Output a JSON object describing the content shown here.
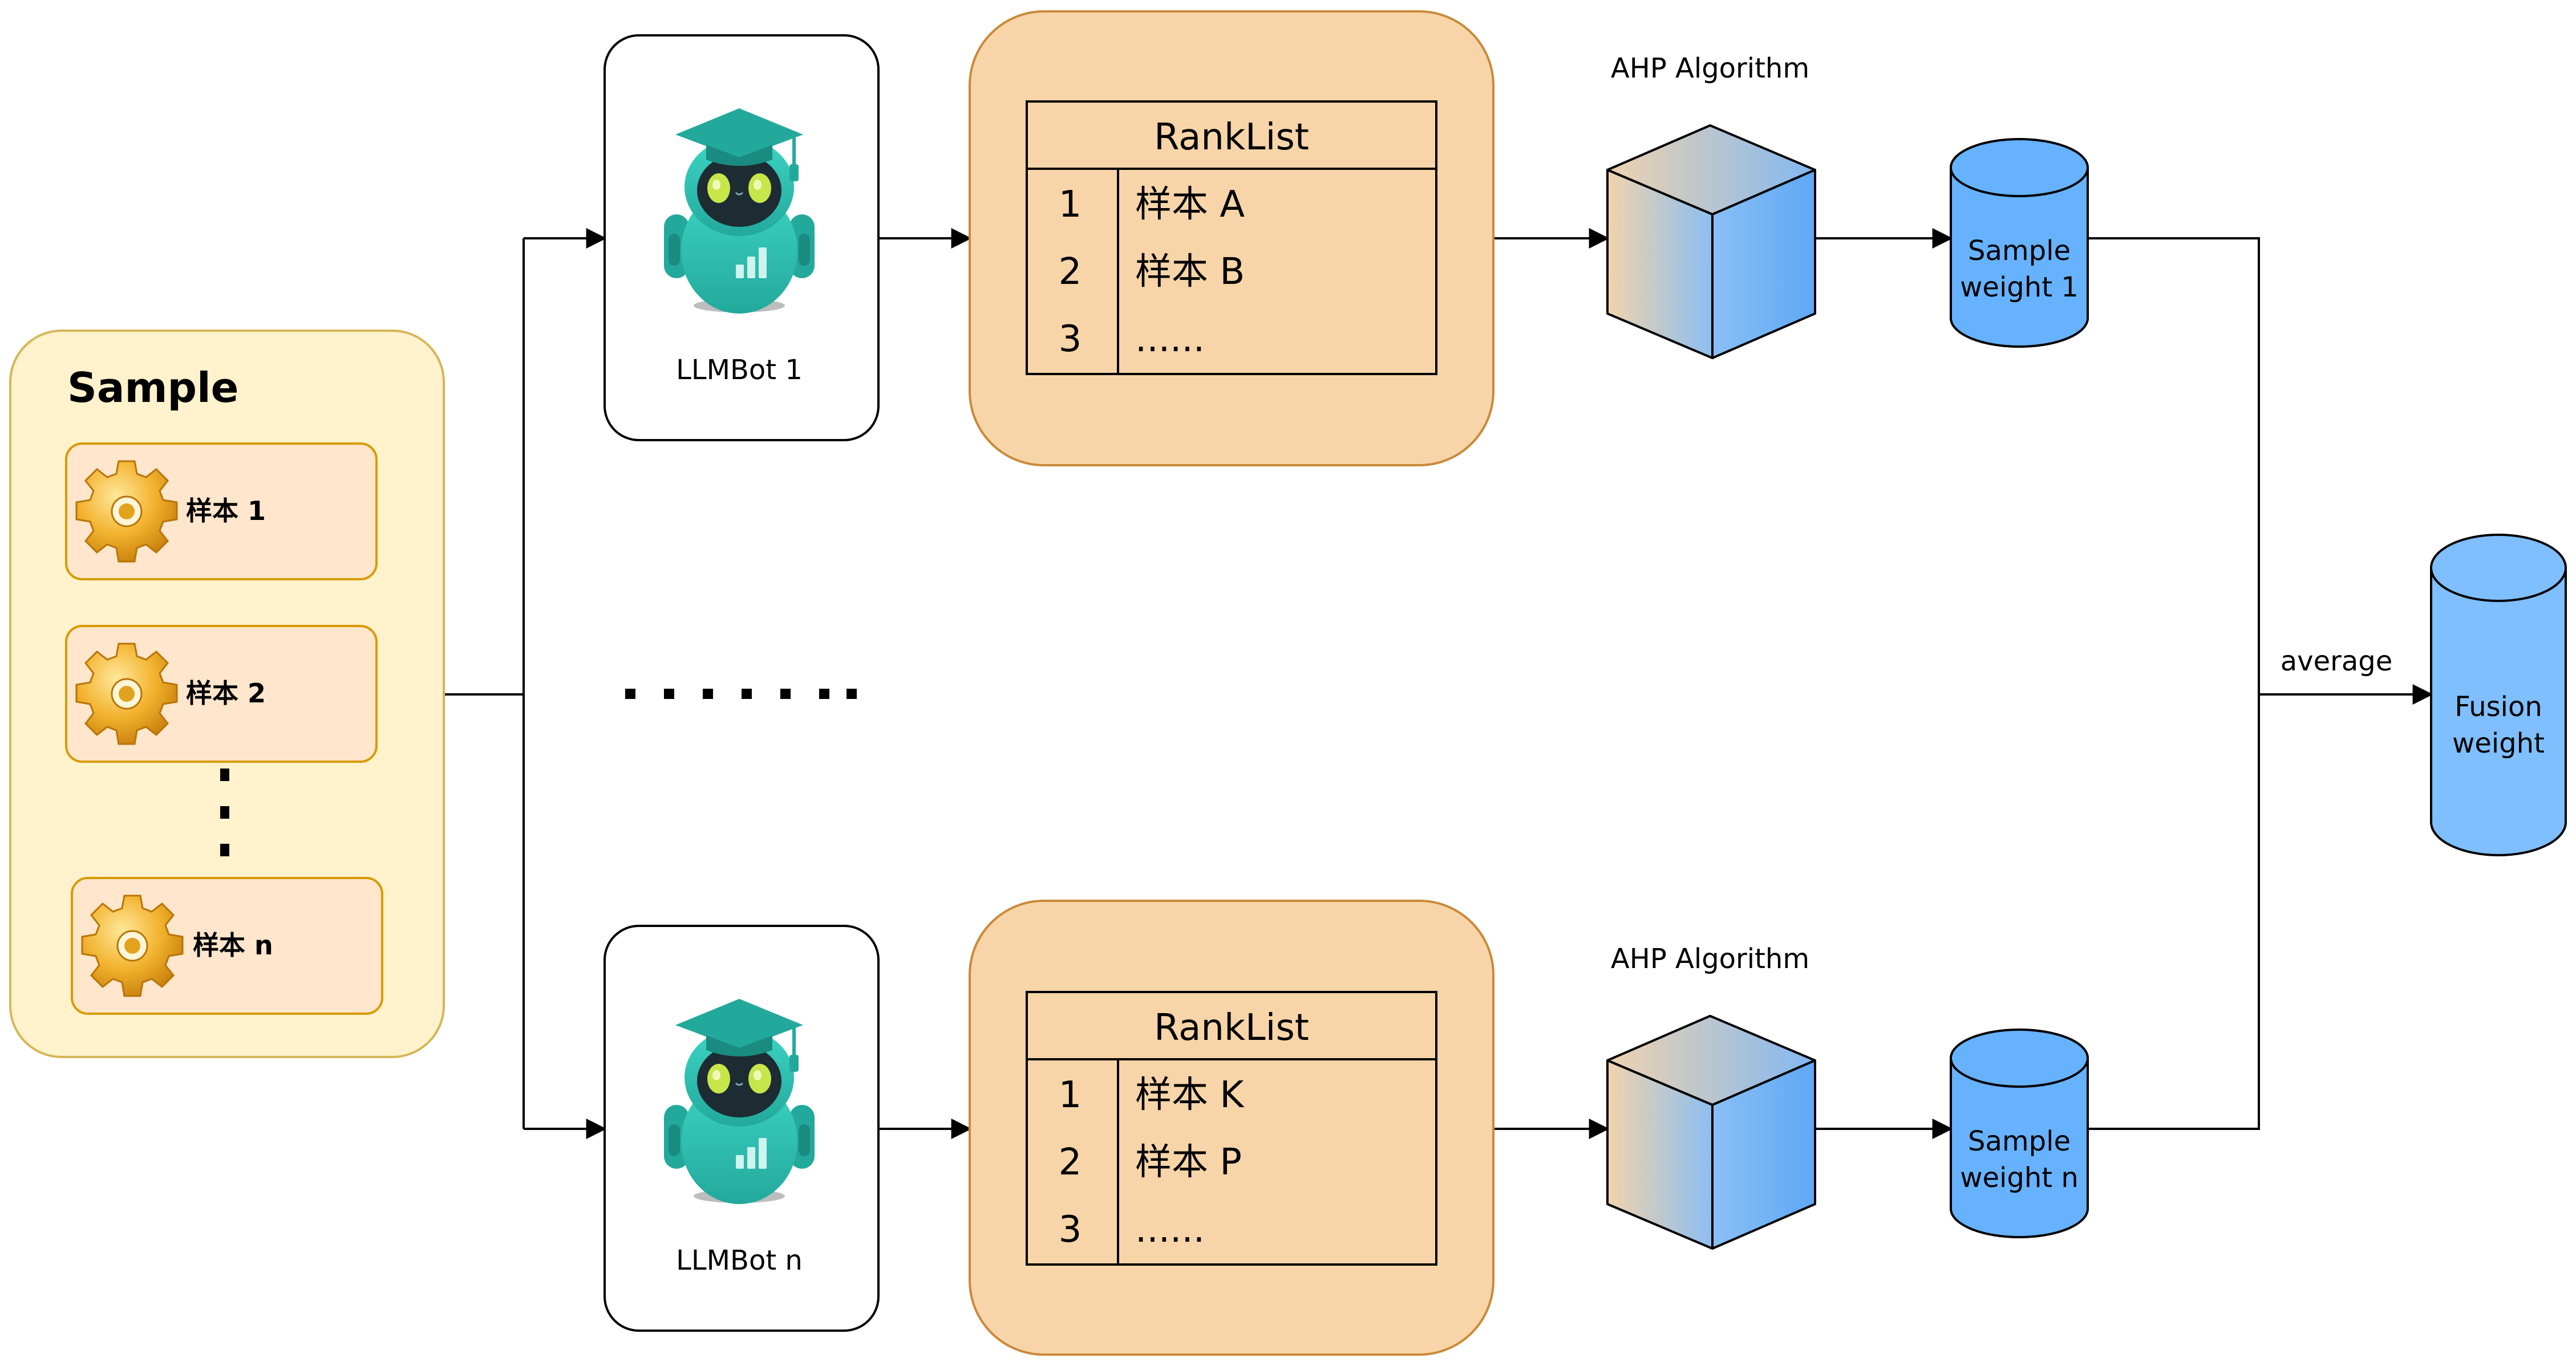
{
  "sample": {
    "title": "Sample",
    "items": [
      "样本 1",
      "样本 2",
      "样本 n"
    ]
  },
  "bots": [
    {
      "label": "LLMBot 1"
    },
    {
      "label": "LLMBot n"
    }
  ],
  "ranklists": [
    {
      "title": "RankList",
      "rows": [
        {
          "rank": "1",
          "item": "样本 A"
        },
        {
          "rank": "2",
          "item": "样本 B"
        },
        {
          "rank": "3",
          "item": "......"
        }
      ]
    },
    {
      "title": "RankList",
      "rows": [
        {
          "rank": "1",
          "item": "样本 K"
        },
        {
          "rank": "2",
          "item": "样本 P"
        },
        {
          "rank": "3",
          "item": "......"
        }
      ]
    }
  ],
  "ahp": [
    "AHP Algorithm",
    "AHP Algorithm"
  ],
  "weights": [
    {
      "line1": "Sample",
      "line2": "weight 1"
    },
    {
      "line1": "Sample",
      "line2": "weight n"
    }
  ],
  "fusion": {
    "line1": "Fusion",
    "line2": "weight"
  },
  "edge_label": "average",
  "colors": {
    "sample_bg": "#FFF2CC",
    "sample_border": "#D6B656",
    "item_bg": "#FFE6CC",
    "item_border": "#D79B00",
    "rank_bg": "#F8D5A8",
    "rank_border": "#C98A3A",
    "cylinder": "#66B2FF",
    "fusion": "#7FBFFF",
    "bot_teal": "#2EC4B6"
  }
}
